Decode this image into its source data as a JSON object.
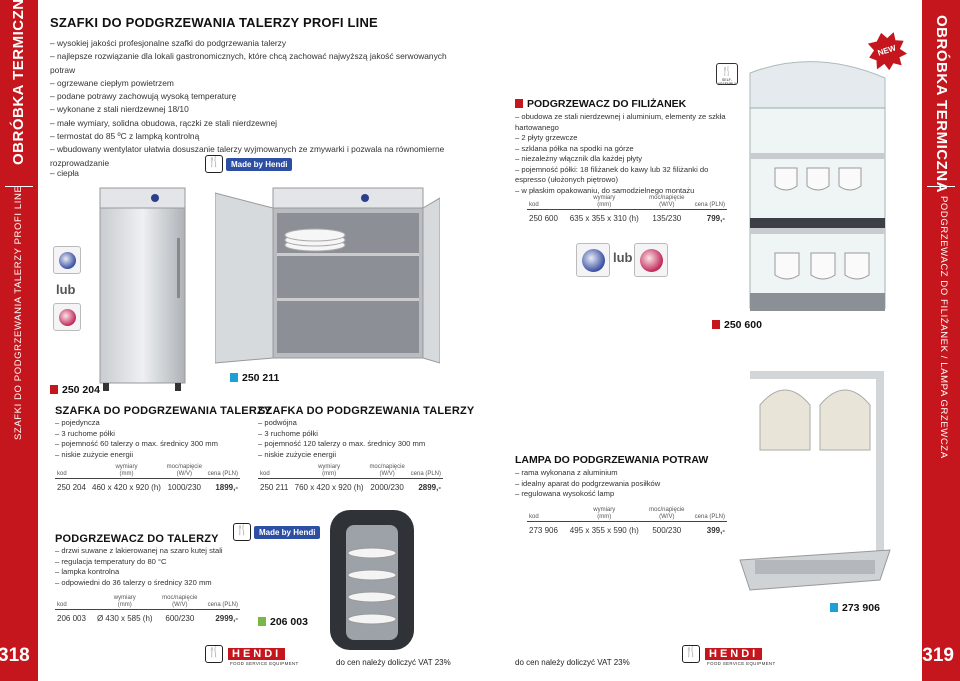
{
  "left_sidebar": {
    "section": "OBRÓBKA TERMICZNA",
    "subsection": "SZAFKI DO PODGRZEWANIA TALERZY PROFI LINE",
    "page_number": "318",
    "color": "#c4161c"
  },
  "right_sidebar": {
    "section": "OBRÓBKA TERMICZNA",
    "subsection": "PODGRZEWACZ DO FILIŻANEK / LAMPA GRZEWCZA",
    "page_number": "319"
  },
  "main_header": {
    "title": "SZAFKI DO PODGRZEWANIA TALERZY PROFI LINE",
    "features": [
      "wysokiej jakości profesjonalne szafki do podgrzewania talerzy",
      "najlepsze rozwiązanie dla lokali gastronomicznych, które chcą zachować najwyższą jakość serwowanych potraw",
      "ogrzewane ciepłym powietrzem",
      "podane potrawy zachowują wysoką temperaturę",
      "wykonane z stali nierdzewnej 18/10",
      "małe wymiary, solidna obudowa, rączki ze stali nierdzewnej",
      "termostat do 85 ºC z lampką kontrolną",
      "wbudowany wentylator ułatwia dosuszanie talerzy wyjmowanych ze zmywarki i pozwala na równomierne rozprowadzanie",
      "ciepła"
    ]
  },
  "badges": {
    "made_by": "Made by Hendi",
    "new": "NEW",
    "self_assembly": "SELF-ASSEMBLY",
    "or": "lub",
    "accent_color": "#2d4fa3",
    "price_square_color": "#1ba0d8",
    "green_square_color": "#7ab648"
  },
  "spec_headers": {
    "code": "kod",
    "dims": "wymiary",
    "dims_unit": "(mm)",
    "power": "moc/napięcie",
    "power_unit": "(W/V)",
    "price": "cena (PLN)"
  },
  "products": {
    "p250204": {
      "label": "250 204",
      "title": "SZAFKA DO PODGRZEWANIA TALERZY",
      "features": [
        "pojedyncza",
        "3 ruchome półki",
        "pojemność 60 talerzy o max. średnicy 300 mm",
        "niskie zużycie energii"
      ],
      "code": "250 204",
      "dims": "460 x 420 x 920 (h)",
      "power": "1000/230",
      "price": "1899,-"
    },
    "p250211": {
      "label": "250 211",
      "title": "SZAFKA DO PODGRZEWANIA TALERZY",
      "features": [
        "podwójna",
        "3 ruchome półki",
        "pojemność 120 talerzy o max. średnicy 300 mm",
        "niskie zużycie energii"
      ],
      "code": "250 211",
      "dims": "760 x 420 x 920 (h)",
      "power": "2000/230",
      "price": "2899,-"
    },
    "p206003": {
      "label": "206 003",
      "title": "PODGRZEWACZ DO TALERZY",
      "features": [
        "drzwi suwane z lakierowanej na szaro kutej stali",
        "regulacja temperatury do 80 °C",
        "lampka kontrolna",
        "odpowiedni do 36 talerzy o średnicy 320 mm"
      ],
      "code": "206 003",
      "dims": "Ø 430 x 585 (h)",
      "power": "600/230",
      "price": "2999,-"
    },
    "p250600": {
      "label": "250 600",
      "title": "PODGRZEWACZ DO FILIŻANEK",
      "features": [
        "obudowa ze stali nierdzewnej i aluminium, elementy ze szkła hartowanego",
        "2 płyty grzewcze",
        "szklana półka na spodki na górze",
        "niezależny włącznik dla każdej płyty",
        "pojemność półki: 18 filiżanek do kawy lub 32 filiżanki do espresso (ułożonych piętrowo)",
        "w płaskim opakowaniu, do samodzielnego montażu"
      ],
      "code": "250 600",
      "dims": "635 x 355 x 310 (h)",
      "power": "135/230",
      "price": "799,-"
    },
    "p273906": {
      "label": "273 906",
      "title": "LAMPA DO PODGRZEWANIA POTRAW",
      "features": [
        "rama wykonana z aluminium",
        "idealny aparat do podgrzewania posiłków",
        "regulowana wysokość lamp"
      ],
      "code": "273 906",
      "dims": "495 x 355 x 590 (h)",
      "power": "500/230",
      "price": "399,-"
    }
  },
  "footer": {
    "brand": "HENDI",
    "brand_sub": "FOOD SERVICE EQUIPMENT",
    "vat_note": "do cen należy doliczyć VAT 23%"
  }
}
